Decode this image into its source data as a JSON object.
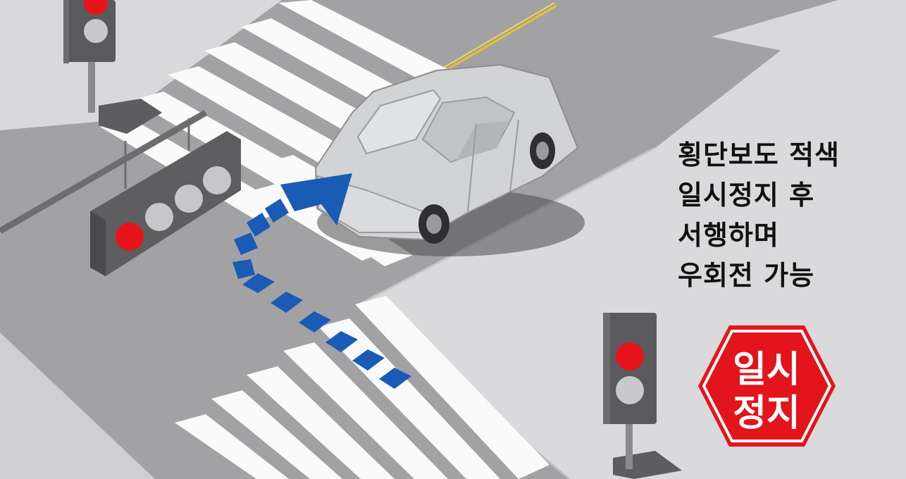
{
  "caption": {
    "lines": [
      "횡단보도 적색",
      "일시정지 후",
      "서행하며",
      "우회전 가능"
    ]
  },
  "stop_sign": {
    "line1": "일시",
    "line2": "정지"
  },
  "colors": {
    "road": "#a2a2a4",
    "sidewalk": "#d9d9db",
    "crosswalk": "#fafafa",
    "car": "#d2d3d5",
    "arrow": "#1a5bb5",
    "stop_sign": "#e4141c",
    "signal_red": "#e8141c",
    "center_line": "#e9c12a"
  }
}
